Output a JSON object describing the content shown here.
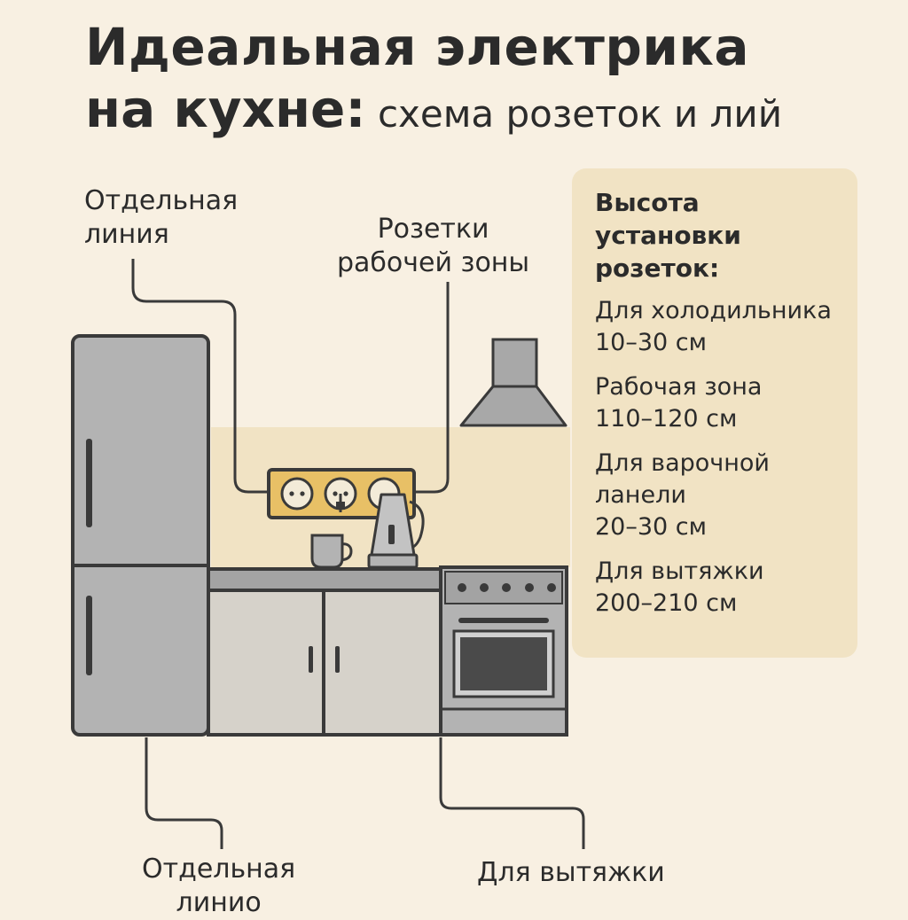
{
  "title": {
    "line1": "Идеальная электрика",
    "line2_bold": "на кухне:",
    "line2_rest": " схема розеток и лий"
  },
  "labels": {
    "top_left": "Отдельная\nлиния",
    "top_mid": "Розетки\nрабочей зоны",
    "bottom_left": "Отдельная\nлинио",
    "bottom_right": "Для вытяжки"
  },
  "panel": {
    "heading": "Высота\nустановки\nрозеток:",
    "items": [
      {
        "label": "Для холодильника",
        "value": "10–30 см"
      },
      {
        "label": "Рабочая зона",
        "value": "110–120 см"
      },
      {
        "label": "Для варочной\nланели",
        "value": "20–30 см"
      },
      {
        "label": "Для вытяжки",
        "value": "200–210 см"
      }
    ]
  },
  "colors": {
    "background": "#f8f0e2",
    "panel": "#f1e3c4",
    "outlet_strip": "#e8c066",
    "appliance": "#b3b3b3",
    "cabinet": "#d6d2ca",
    "outline": "#3a3a3a"
  },
  "icons": [
    "refrigerator-icon",
    "kitchen-hood-icon",
    "power-strip-icon",
    "kettle-icon",
    "cup-icon",
    "stove-oven-icon",
    "cabinet-icon"
  ]
}
